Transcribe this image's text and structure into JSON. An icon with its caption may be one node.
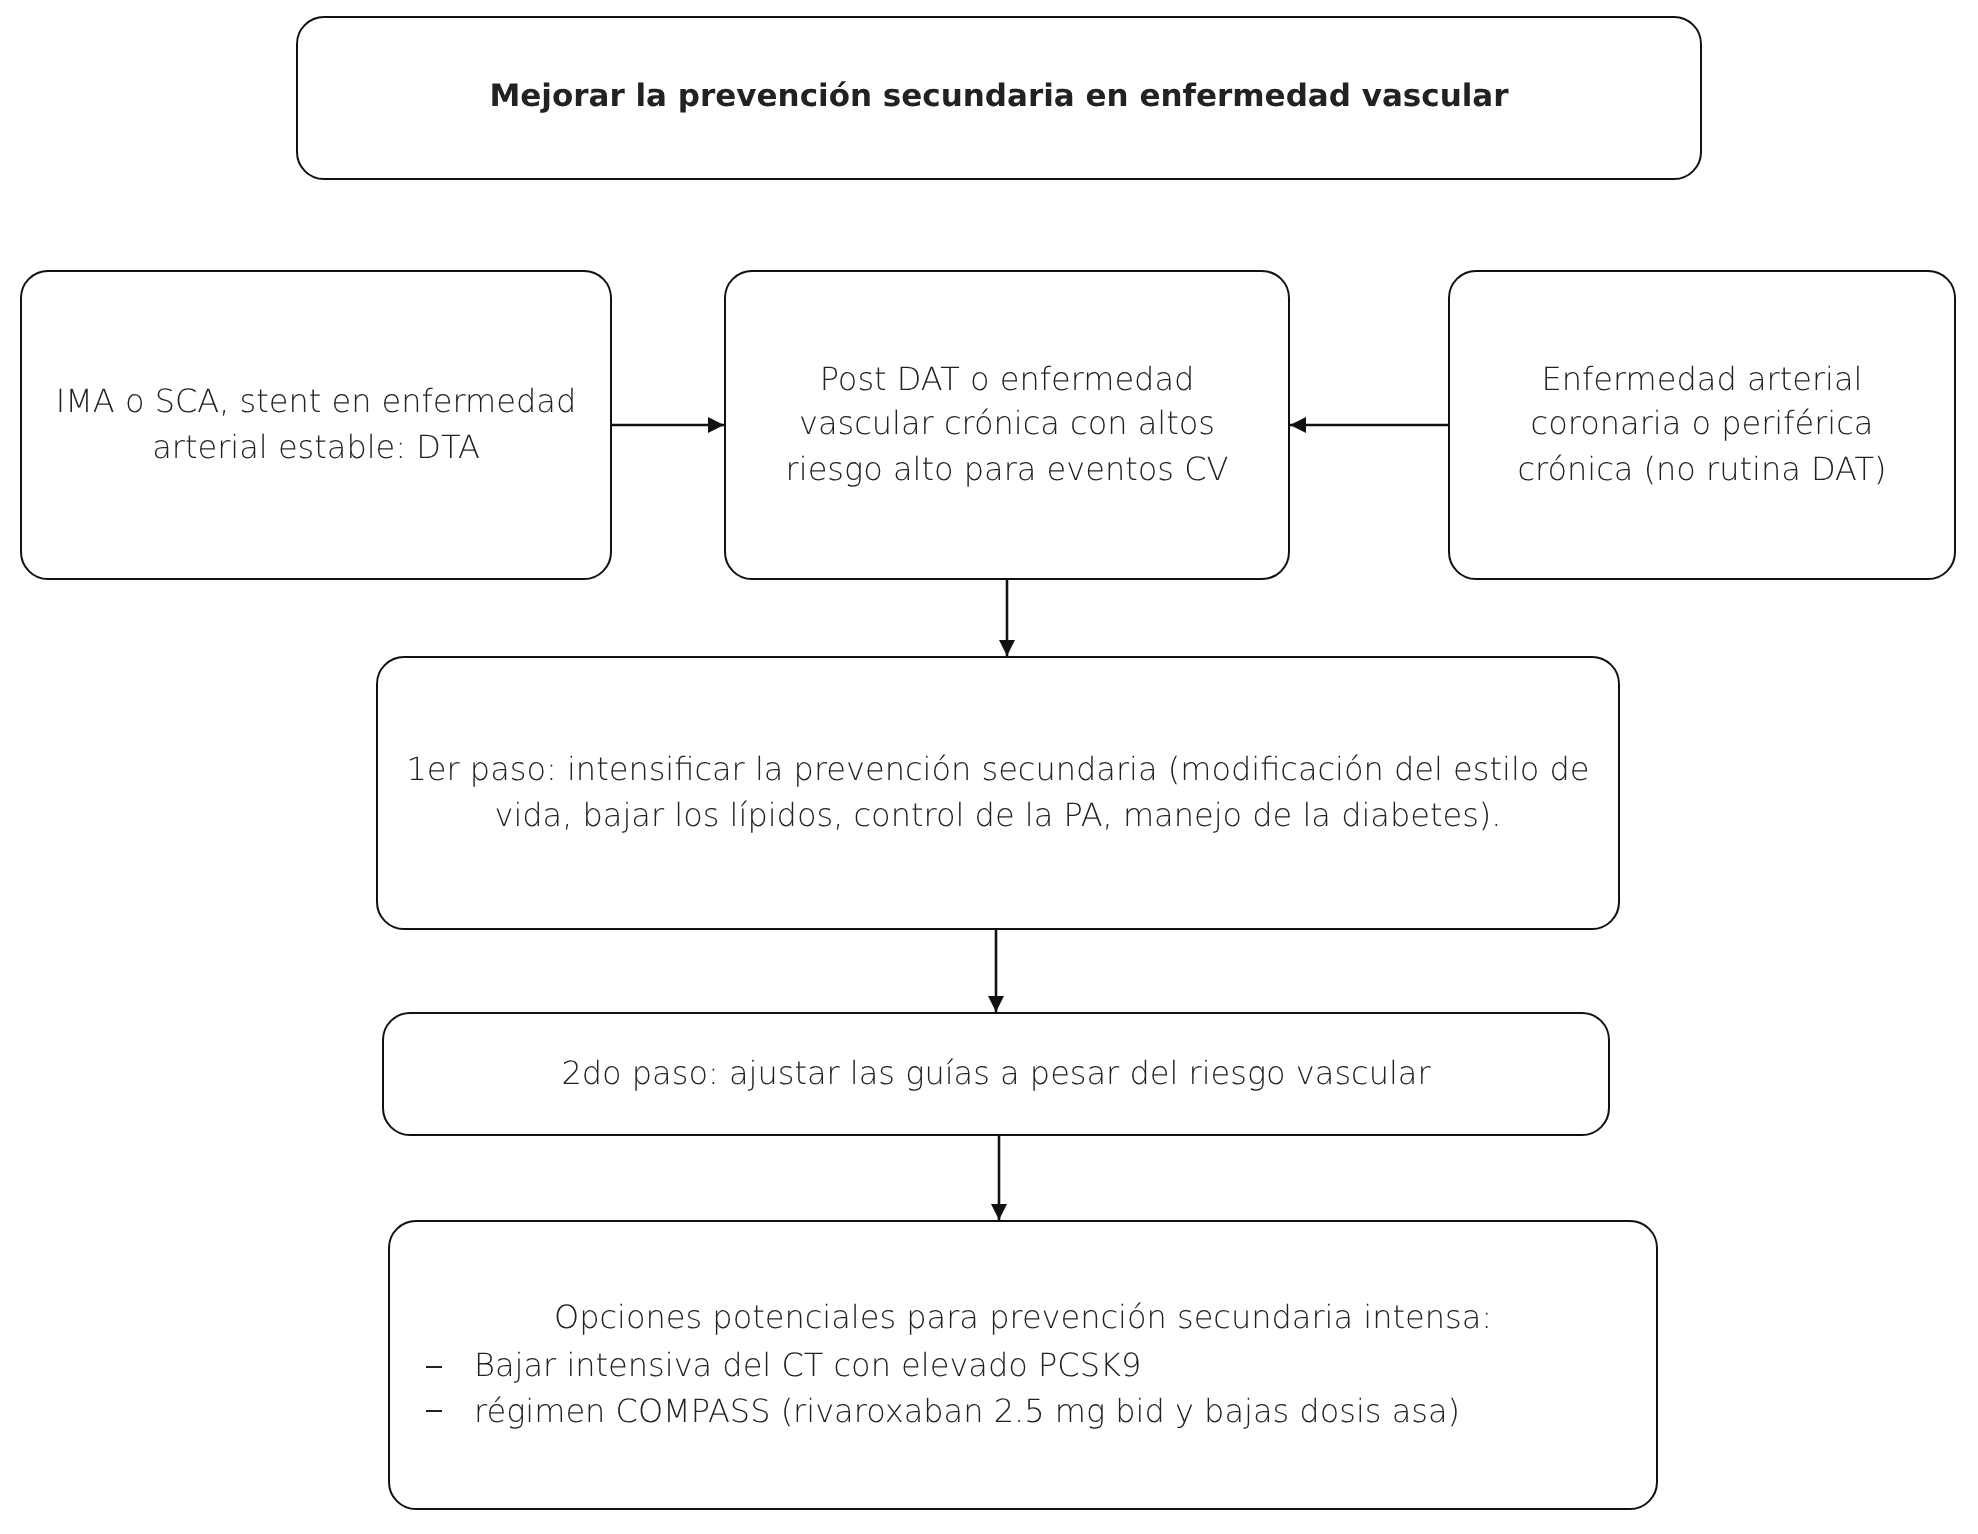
{
  "diagram": {
    "nodes": [
      {
        "text": [
          "Mejorar la prevención secundaria en enfermedad vascular"
        ]
      },
      {
        "text": [
          "IMA o SCA, stent en enfermedad arterial estable: DTA"
        ]
      },
      {
        "text": [
          "Post DAT o enfermedad vascular crónica con altos riesgo alto para eventos  CV"
        ]
      },
      {
        "text": [
          "Enfermedad arterial coronaria o periférica crónica (no rutina DAT)"
        ]
      },
      {
        "text": [
          "1er paso: intensificar la prevención secundaria (modificación del estilo de vida, bajar los lípidos, control de la PA, manejo de la diabetes)."
        ]
      },
      {
        "text": [
          "2do paso: ajustar las guías a pesar del riesgo vascular"
        ]
      },
      {
        "text": [
          "Opciones potenciales para prevención secundaria intensa:",
          "Bajar intensiva del CT con elevado PCSK9",
          "régimen COMPASS (rivaroxaban 2.5 mg bid y bajas dosis asa)"
        ]
      }
    ],
    "edges": [
      {
        "from": 1,
        "to": 2,
        "arrow": "to"
      },
      {
        "from": 3,
        "to": 2,
        "arrow": "to"
      },
      {
        "from": 2,
        "to": 4,
        "arrow": "to"
      },
      {
        "from": 4,
        "to": 5,
        "arrow": "to"
      },
      {
        "from": 5,
        "to": 6,
        "arrow": "to"
      }
    ]
  }
}
